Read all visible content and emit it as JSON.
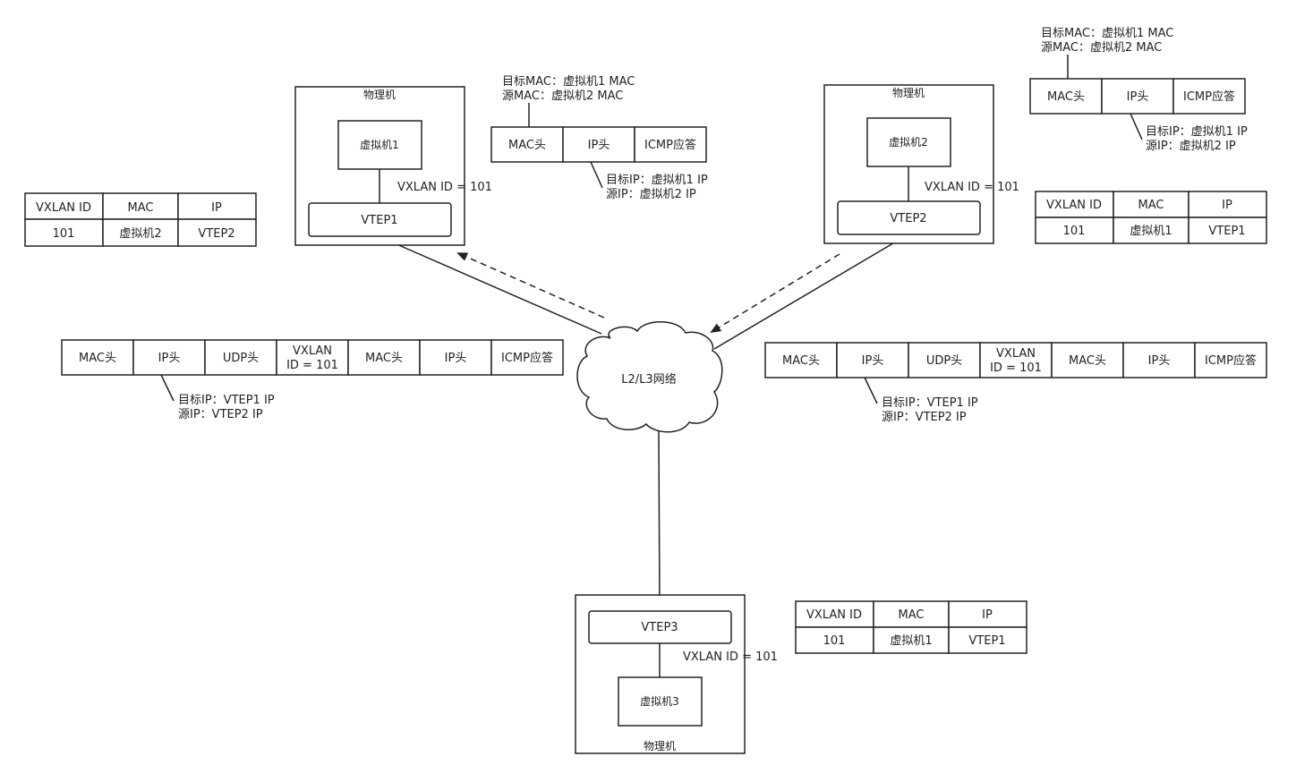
{
  "host1": {
    "title": "物理机",
    "vm": "虚拟机1",
    "vtep": "VTEP1",
    "vxlan_label": "VXLAN ID = 101"
  },
  "host2": {
    "title": "物理机",
    "vm": "虚拟机2",
    "vtep": "VTEP2",
    "vxlan_label": "VXLAN ID = 101"
  },
  "host3": {
    "title": "物理机",
    "vm": "虚拟机3",
    "vtep": "VTEP3",
    "vxlan_label": "VXLAN ID = 101"
  },
  "network": {
    "label": "L2/L3网络"
  },
  "table1": {
    "headers": [
      "VXLAN ID",
      "MAC",
      "IP"
    ],
    "row": [
      "101",
      "虚拟机2",
      "VTEP2"
    ]
  },
  "table2": {
    "headers": [
      "VXLAN ID",
      "MAC",
      "IP"
    ],
    "row": [
      "101",
      "虚拟机1",
      "VTEP1"
    ]
  },
  "table3": {
    "headers": [
      "VXLAN ID",
      "MAC",
      "IP"
    ],
    "row": [
      "101",
      "虚拟机1",
      "VTEP1"
    ]
  },
  "inner_packet_1": {
    "cells": [
      "MAC头",
      "IP头",
      "ICMP应答"
    ],
    "mac_note": [
      "目标MAC：虚拟机1 MAC",
      "源MAC：虚拟机2 MAC"
    ],
    "ip_note": [
      "目标IP：虚拟机1 IP",
      "源IP：虚拟机2 IP"
    ]
  },
  "inner_packet_2": {
    "cells": [
      "MAC头",
      "IP头",
      "ICMP应答"
    ],
    "mac_note": [
      "目标MAC：虚拟机1 MAC",
      "源MAC：虚拟机2 MAC"
    ],
    "ip_note": [
      "目标IP：虚拟机1 IP",
      "源IP：虚拟机2 IP"
    ]
  },
  "outer_packet_1": {
    "cells": [
      "MAC头",
      "IP头",
      "UDP头",
      "VXLAN",
      "ID = 101",
      "MAC头",
      "IP头",
      "ICMP应答"
    ],
    "ip_note": [
      "目标IP：VTEP1 IP",
      "源IP：VTEP2 IP"
    ]
  },
  "outer_packet_2": {
    "cells": [
      "MAC头",
      "IP头",
      "UDP头",
      "VXLAN",
      "ID = 101",
      "MAC头",
      "IP头",
      "ICMP应答"
    ],
    "ip_note": [
      "目标IP：VTEP1 IP",
      "源IP：VTEP2 IP"
    ]
  }
}
